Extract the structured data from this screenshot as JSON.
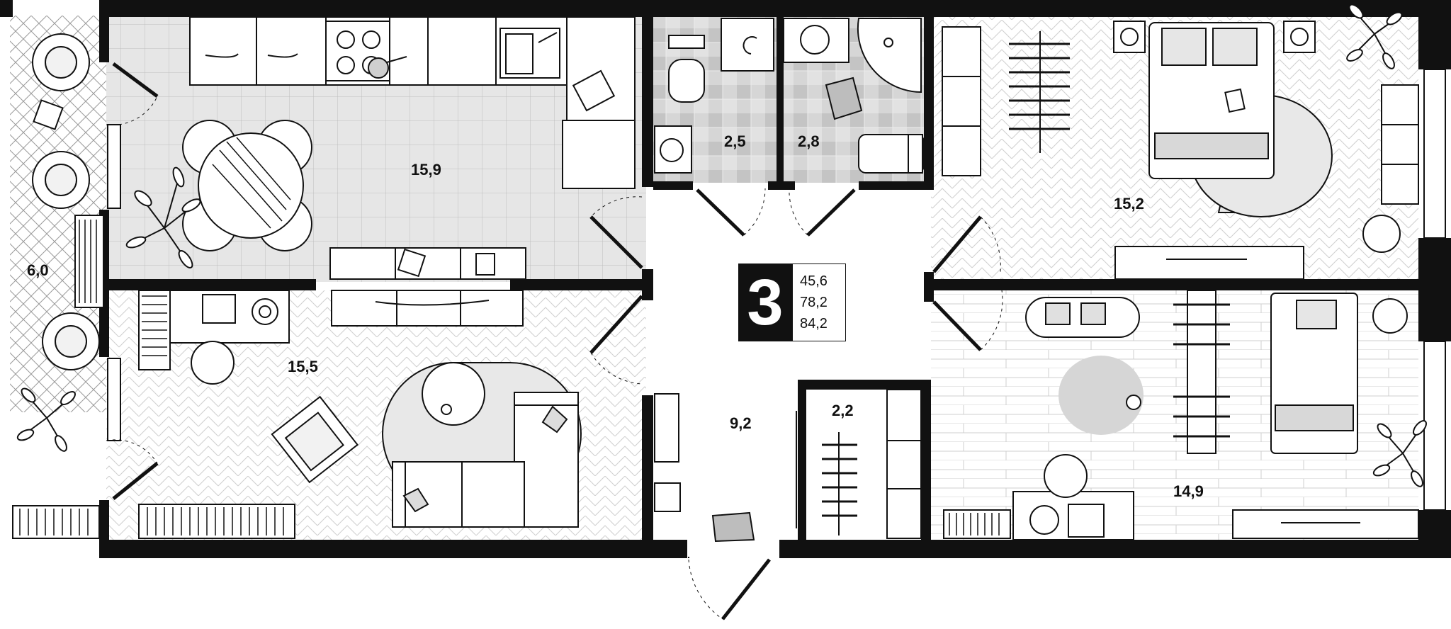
{
  "apartment": {
    "rooms_count": "3",
    "area_values": [
      "45,6",
      "78,2",
      "84,2"
    ]
  },
  "rooms": [
    {
      "id": "balcony",
      "area": "6,0"
    },
    {
      "id": "kitchen-dining",
      "area": "15,9"
    },
    {
      "id": "toilet",
      "area": "2,5"
    },
    {
      "id": "bathroom",
      "area": "2,8"
    },
    {
      "id": "bedroom-main",
      "area": "15,2"
    },
    {
      "id": "living-room",
      "area": "15,5"
    },
    {
      "id": "hallway",
      "area": "9,2"
    },
    {
      "id": "closet",
      "area": "2,2"
    },
    {
      "id": "bedroom-second",
      "area": "14,9"
    }
  ],
  "colors": {
    "wall": "#111111",
    "tile_floor": "#e6e6e6",
    "bath_tile_a": "#dcdcdc",
    "bath_tile_b": "#c4c4c4",
    "rug": "#e8e8e8",
    "background": "#ffffff"
  }
}
